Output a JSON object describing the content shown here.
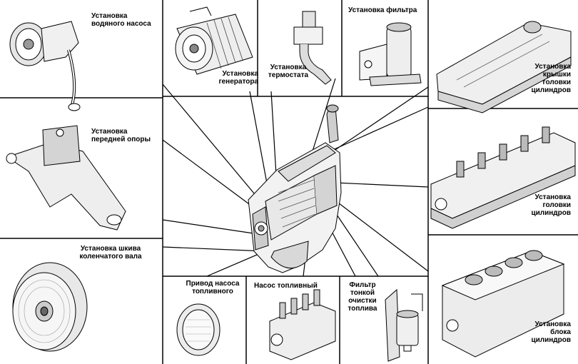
{
  "labels": {
    "water_pump": "Установка\nводяного насоса",
    "generator": "Установка\nгенератора",
    "thermostat": "Установка\nтермостата",
    "filter": "Установка фильтра",
    "head_cover": "Установка\nкрышки\nголовки\nцилиндров",
    "front_support": "Установка\nпередней опоры",
    "cylinder_head": "Установка\nголовки\nцилиндров",
    "crank_pulley": "Установка шкива\nколенчатого вала",
    "fuel_pump_drive": "Привод насоса\nтопливного",
    "fuel_pump": "Насос топливный",
    "fine_filter": "Фильтр\nтонкой\nочистки\nтоплива",
    "cylinder_block": "Установка\nблока\nцилиндров"
  },
  "colors": {
    "line": "#000000",
    "fill": "#ffffff",
    "shade": "#cfcfcf"
  }
}
